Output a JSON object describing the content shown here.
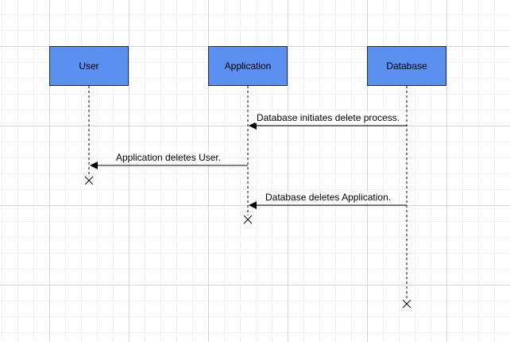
{
  "participants": [
    {
      "id": "user",
      "label": "User"
    },
    {
      "id": "application",
      "label": "Application"
    },
    {
      "id": "database",
      "label": "Database"
    }
  ],
  "messages": [
    {
      "from": "database",
      "to": "application",
      "label": "Database initiates delete process."
    },
    {
      "from": "application",
      "to": "user",
      "label": "Application deletes User."
    },
    {
      "from": "database",
      "to": "application",
      "label": "Database deletes Application."
    }
  ],
  "colors": {
    "participant_fill": "#5b8ff0",
    "participant_border": "#2a2a2a",
    "line": "#000000"
  },
  "icons": [
    "destroy-x-icon",
    "arrowhead-icon"
  ]
}
